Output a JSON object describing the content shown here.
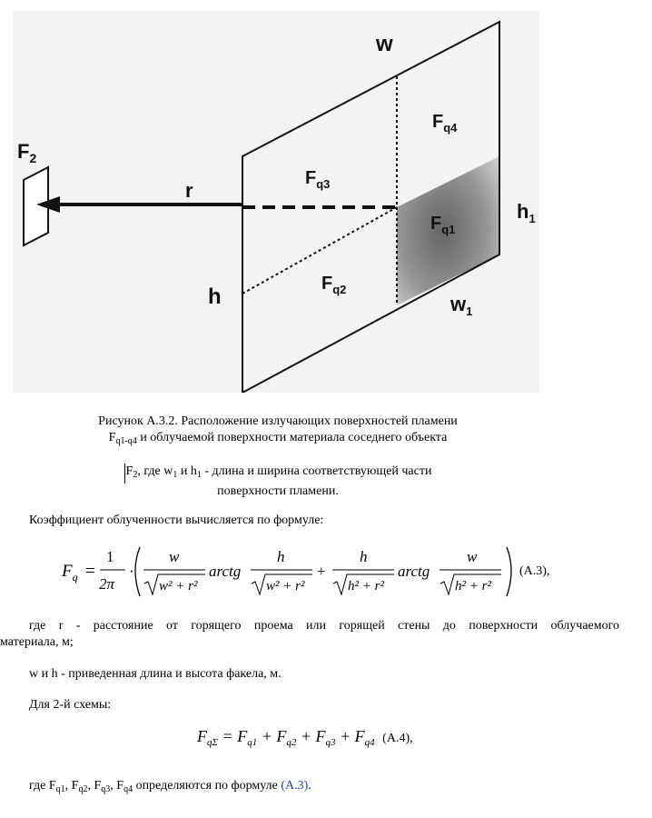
{
  "figure": {
    "labels": {
      "F2": "F",
      "F2_sub": "2",
      "w": "w",
      "r": "r",
      "h": "h",
      "h1": "h",
      "h1_sub": "1",
      "w1": "w",
      "w1_sub": "1",
      "Fq1": "F",
      "Fq1_sub": "q1",
      "Fq2": "F",
      "Fq2_sub": "q2",
      "Fq3": "F",
      "Fq3_sub": "q3",
      "Fq4": "F",
      "Fq4_sub": "q4"
    }
  },
  "caption": {
    "line1": "Рисунок А.3.2. Расположение излучающих поверхностей пламени",
    "line2_a": "F",
    "line2_sub": "q1-q4",
    "line2_b": " и облучаемой поверхности материала соседнего объекта"
  },
  "note": {
    "f": "F",
    "f_sub": "2",
    "a": ", где w",
    "w_sub": "1",
    "b": " и h",
    "h_sub": "1",
    "c": " - длина и ширина соответствующей части",
    "line2": "поверхности пламени."
  },
  "intro": "Коэффициент облученности вычисляется по формуле:",
  "formula_a3": {
    "lhs": "F",
    "lhs_sub": "q",
    "eq": "=",
    "one": "1",
    "two_pi": "2π",
    "dot": "·",
    "w": "w",
    "h": "h",
    "arctg": "arctg",
    "plus": "+",
    "rad_w": "w² + r²",
    "rad_h": "h² + r²",
    "ref": "(А.3),"
  },
  "where_r": {
    "line1": "где r - расстояние от горящего проема или горящей стены до поверхности облучаемого",
    "line2": "материала, м;"
  },
  "where_wh": "w и h - приведенная длина и высота факела, м.",
  "scheme2": "Для 2-й схемы:",
  "formula_a4": {
    "lhs": "F",
    "lhs_sub": "qΣ",
    "rhs": "= F",
    "s1": "q1",
    "p2": " + F",
    "s2": "q2",
    "p3": " + F",
    "s3": "q3",
    "p4": " + F",
    "s4": "q4",
    "ref": "(А.4),"
  },
  "final": {
    "a": "где F",
    "s1": "q1",
    "b": ", F",
    "s2": "q2",
    "c": ", F",
    "s3": "q3",
    "d": ", F",
    "s4": "q4",
    "e": " определяются по формуле ",
    "link": "(А.3)",
    "f": "."
  }
}
